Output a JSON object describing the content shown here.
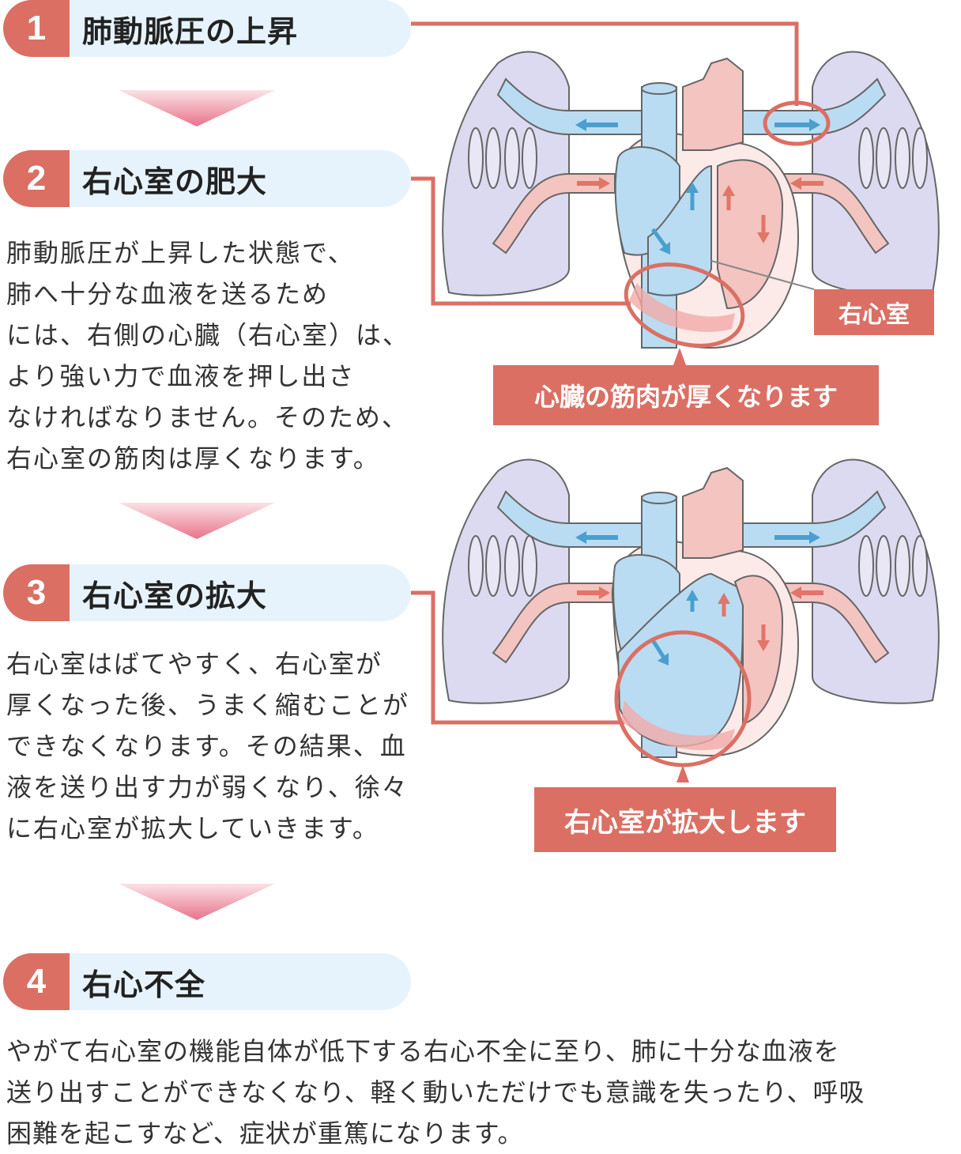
{
  "steps": [
    {
      "number": "1",
      "title": "肺動脈圧の上昇"
    },
    {
      "number": "2",
      "title": "右心室の肥大",
      "text": "肺動脈圧が上昇した状態で、\n肺へ十分な血液を送るため\nには、右側の心臓（右心室）は、\nより強い力で血液を押し出さ\nなければなりません。そのため、\n右心室の筋肉は厚くなります。"
    },
    {
      "number": "3",
      "title": "右心室の拡大",
      "text": "右心室はばてやすく、右心室が\n厚くなった後、うまく縮むことが\nできなくなります。その結果、血\n液を送り出す力が弱くなり、徐々\nに右心室が拡大していきます。"
    },
    {
      "number": "4",
      "title": "右心不全",
      "text": "やがて右心室の機能自体が低下する右心不全に至り、肺に十分な血液を\n送り出すことができなくなり、軽く動いただけでも意識を失ったり、呼吸\n困難を起こすなど、症状が重篤になります。"
    }
  ],
  "labels": {
    "right_ventricle": "右心室",
    "callout_thick": "心臓の筋肉が厚くなります",
    "callout_enlarged": "右心室が拡大します"
  },
  "colors": {
    "accent": "#db6f64",
    "pill_bg": "#e7f3fc",
    "venous_blue": "#b9dcf2",
    "arterial_pink": "#f3c4c0",
    "lung_lavender": "#dcdaf0"
  }
}
